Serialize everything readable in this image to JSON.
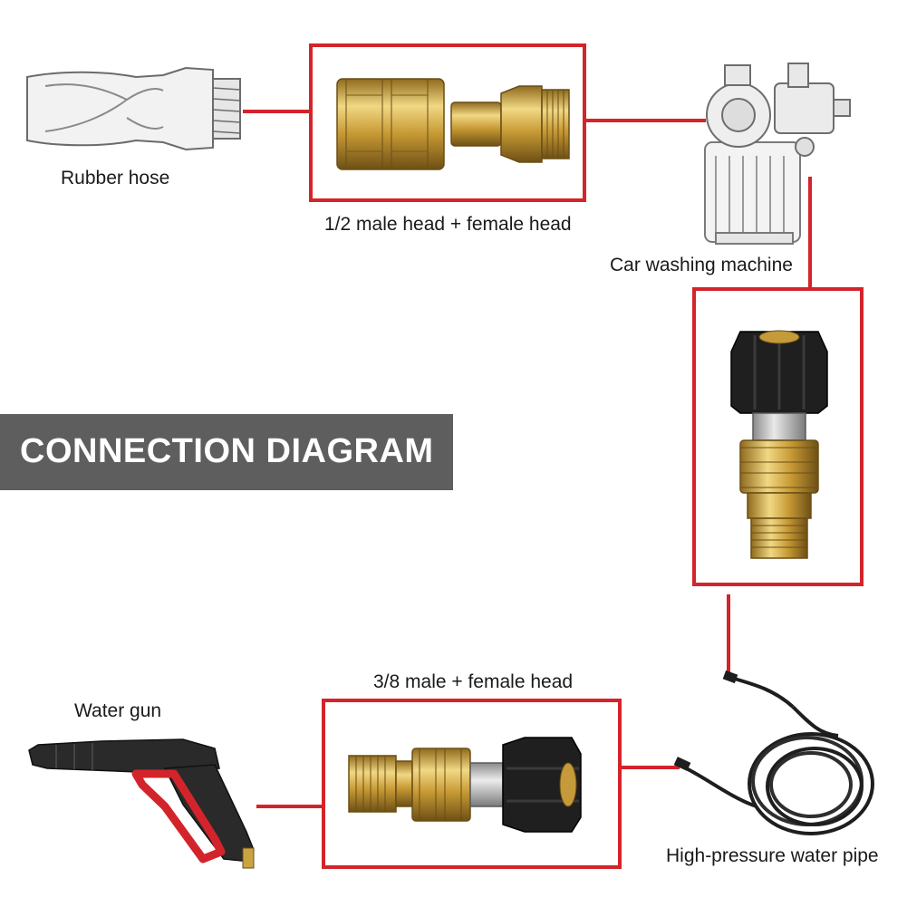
{
  "title": "CONNECTION DIAGRAM",
  "labels": {
    "rubber_hose": "Rubber hose",
    "half_inch_adapter": "1/2 male head + female head",
    "car_washing_machine": "Car washing machine",
    "three_eighths_adapter": "3/8 male + female head",
    "water_gun": "Water gun",
    "high_pressure_pipe": "High-pressure water pipe"
  },
  "colors": {
    "connector_red": "#d4242b",
    "banner_gray": "#5e5e5e",
    "brass": "#c9a441",
    "rubber_black": "#1e1e1e"
  }
}
